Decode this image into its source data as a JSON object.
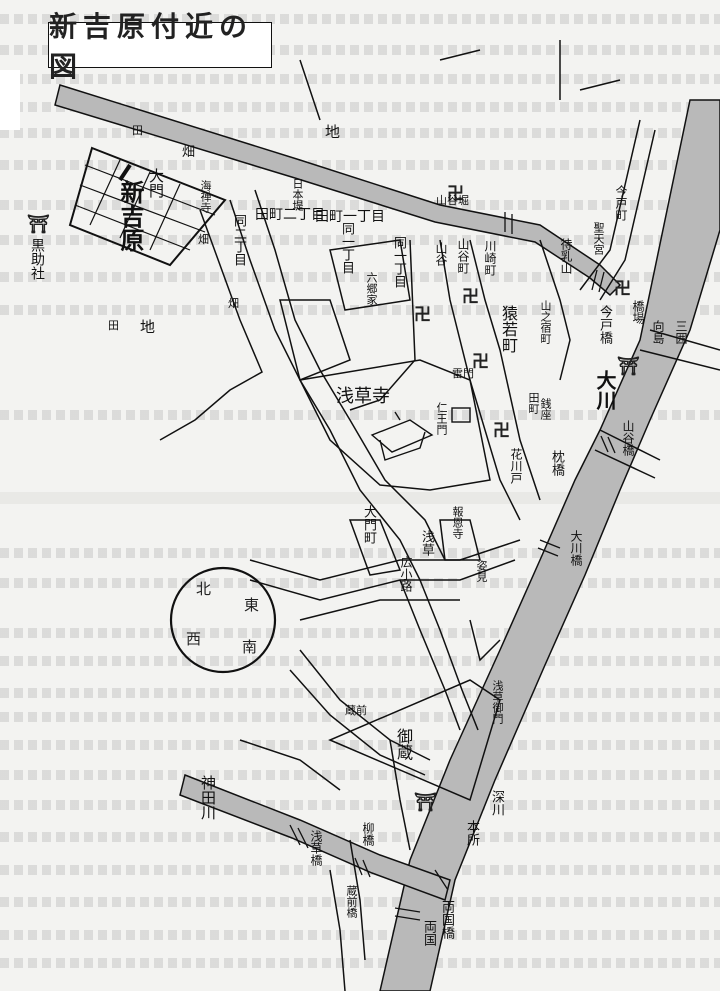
{
  "title": "新吉原付近の図",
  "colors": {
    "ink": "#111111",
    "river": "#b6b6b6",
    "paper": "#f3f3f1"
  },
  "symbols": {
    "temple": "卍",
    "shrine": "⛩"
  },
  "labels": {
    "yoshiwara": "新吉原",
    "omon": "大門",
    "kurosukesha": "黒助社",
    "chi1": "田",
    "chi2": "地",
    "chi3": "田",
    "chi4": "地",
    "hata1": "畑",
    "hata2": "畑",
    "hata3": "畑",
    "kaiyoji": "海禅寺",
    "nihonzutsumi": "日本堤",
    "sanyabori": "山谷堀",
    "sanya": "山谷",
    "sanyacho": "山谷町",
    "machi1": "田町二丁目",
    "machi2": "田町一丁目",
    "machi3": "同二丁目",
    "machi4": "同一丁目",
    "machi5": "同一丁目",
    "machi6": "六郷家",
    "kawasaki": "川崎町",
    "sanyamachi": "山之宿町",
    "matsuchiyama": "待乳山",
    "shotenji": "聖天宮",
    "sarugaku": "猿若町",
    "sensoji": "浅草寺",
    "niomon": "仁王門",
    "kaminarimon": "雷門",
    "hanakawado": "花川戸",
    "umayabashi": "大川橋",
    "ookawa": "大川",
    "zeniza": "銭座",
    "tamachi": "田町",
    "imado": "今戸町",
    "imadobashi": "今戸橋",
    "hashiba": "橋場",
    "mukojima": "向島",
    "omonchou": "大門町",
    "hoonji": "報恩寺",
    "asakusa": "浅草",
    "hirokoji": "広小路",
    "sugata": "姿見",
    "asakusamon": "浅草御門",
    "kuramae": "蔵前",
    "okura": "御蔵",
    "kanda": "神田川",
    "yanagibashi": "柳橋",
    "asakusabashi": "浅草橋",
    "ryogoku": "両国",
    "ryogokubashi": "両国橋",
    "fukagawa": "深川",
    "honjo": "本所",
    "kuramaebashi": "蔵前橋",
    "edojo_n": "北",
    "edojo_e": "東",
    "edojo_s": "南",
    "edojo_w": "西",
    "makurabashi": "枕橋",
    "mimeguri": "三囲",
    "sanyabashi": "山谷橋"
  }
}
